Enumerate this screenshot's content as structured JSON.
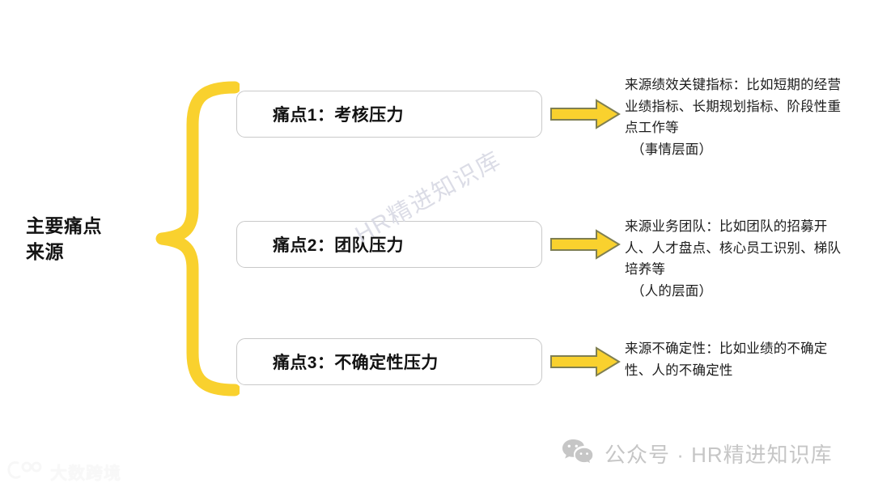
{
  "root": {
    "label": "主要痛点\n来源"
  },
  "brace": {
    "color": "#F9D12E",
    "name": "curly-brace"
  },
  "pain_points": [
    {
      "id": "pp1",
      "label": "痛点1：考核压力",
      "arrow": "arrow-right-icon",
      "description": "来源绩效关键指标：比如短期的经营业绩指标、长期规划指标、阶段性重点工作等",
      "description_sub": "（事情层面）"
    },
    {
      "id": "pp2",
      "label": "痛点2：团队压力",
      "arrow": "arrow-right-icon",
      "description": "来源业务团队：比如团队的招募开人、人才盘点、核心员工识别、梯队培养等",
      "description_sub": "（人的层面）"
    },
    {
      "id": "pp3",
      "label": "痛点3：不确定性压力",
      "arrow": "arrow-right-icon",
      "description": "来源不确定性：比如业绩的不确定性、人的不确定性",
      "description_sub": ""
    }
  ],
  "watermark": {
    "diagonal_text": "HR精进知识库",
    "color": "#D9DAE4"
  },
  "footer": {
    "icon": "wechat-icon",
    "text": "公众号 · HR精进知识库",
    "color": "#C6C6C6"
  },
  "corner_logo": {
    "icon": "brand-mark-icon",
    "text": "大数跨境"
  },
  "colors": {
    "accent_yellow": "#F9D12E",
    "arrow_outline": "#7F7F52",
    "box_border": "#C9C9C9",
    "text_dark": "#121212",
    "background": "#FFFFFF"
  }
}
